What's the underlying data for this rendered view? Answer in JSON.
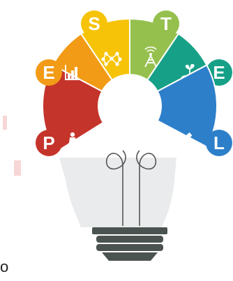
{
  "segments": [
    {
      "letter": "P",
      "icon": "speaker-podium-icon",
      "color": "#c5342b"
    },
    {
      "letter": "E",
      "icon": "bar-chart-icon",
      "color": "#f29b16"
    },
    {
      "letter": "S",
      "icon": "network-icon",
      "color": "#f6c309"
    },
    {
      "letter": "T",
      "icon": "radio-tower-icon",
      "color": "#96c04e"
    },
    {
      "letter": "E",
      "icon": "plant-in-hand-icon",
      "color": "#16a087"
    },
    {
      "letter": "L",
      "icon": "gavel-icon",
      "color": "#2d7fca"
    }
  ],
  "stray_text": "o",
  "colors": {
    "bulb": "#e9ebec",
    "base": "#4b5350",
    "filament": "#555555"
  }
}
